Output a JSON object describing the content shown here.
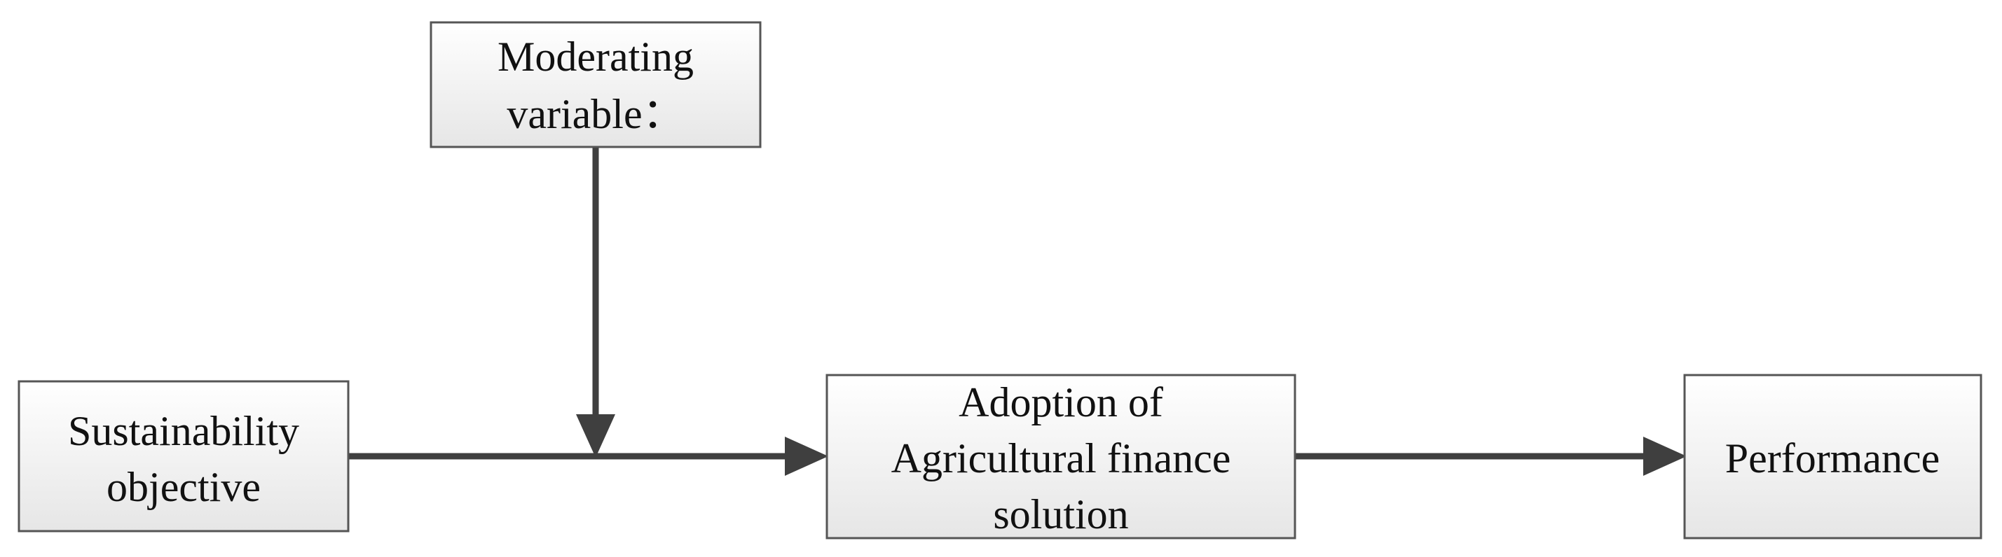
{
  "nodes": {
    "moderating": {
      "line1": "Moderating",
      "line2": "variable："
    },
    "sustainability": {
      "line1": "Sustainability",
      "line2": "objective"
    },
    "adoption": {
      "line1": "Adoption of",
      "line2": "Agricultural finance",
      "line3": "solution"
    },
    "performance": {
      "line1": "Performance"
    }
  },
  "colors": {
    "box_fill_top": "#ffffff",
    "box_fill_bottom": "#e6e6e6",
    "box_border": "#555555",
    "arrow": "#3f3f3f"
  }
}
